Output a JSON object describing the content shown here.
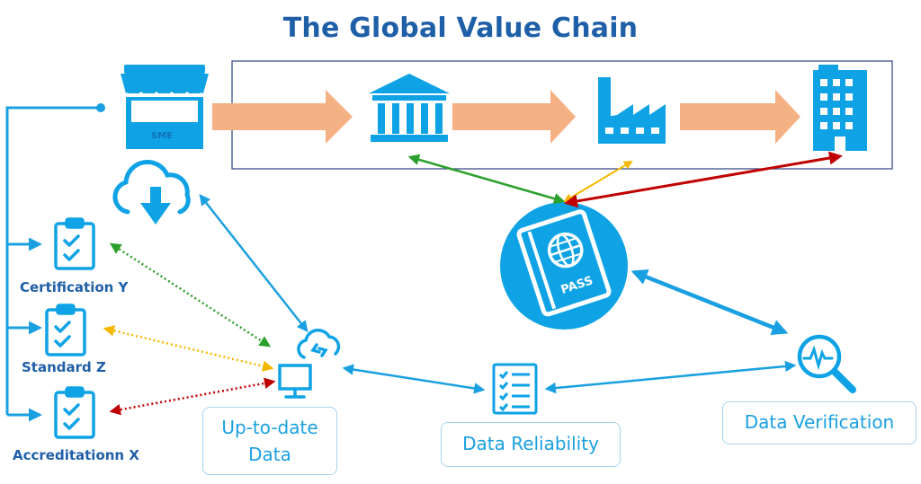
{
  "title": "The Global Value Chain",
  "labels": {
    "sme": "SME",
    "certification": "Certification Y",
    "standard": "Standard  Z",
    "accreditation": "Accreditationn X",
    "uptodate_line1": "Up-to-date",
    "uptodate_line2": "Data",
    "reliability": "Data Reliability",
    "verification": "Data Verification",
    "pass": "PASS"
  },
  "icons": [
    "shop-icon",
    "bank-icon",
    "factory-icon",
    "office-building-icon",
    "cloud-download-icon",
    "clipboard-check-icon",
    "passport-icon",
    "cloud-sync-computer-icon",
    "checklist-icon",
    "magnifier-pulse-icon"
  ],
  "colors": {
    "primary": "#0fa3e6",
    "title": "#1f5fa8",
    "flow_arrow": "#f4b183",
    "green": "#2ca02c",
    "yellow": "#f5b800",
    "red": "#c00000"
  }
}
